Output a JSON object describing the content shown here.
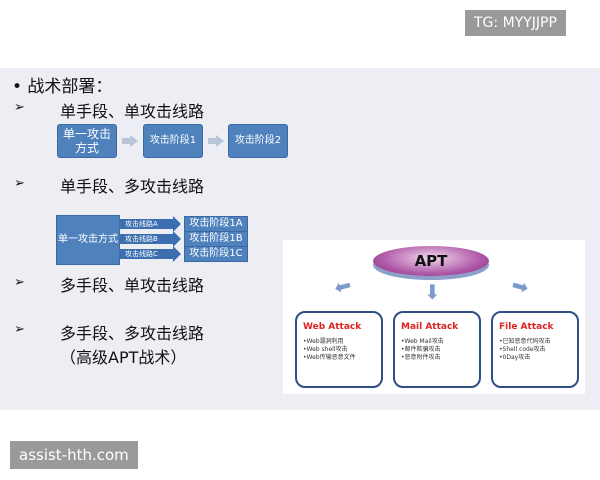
{
  "watermark_top": "TG: MYYJJPP",
  "watermark_bottom": "assist-hth.com",
  "slide": {
    "heading": "• 战术部署：",
    "bullets": [
      "单手段、单攻击线路",
      "单手段、多攻击线路",
      "多手段、单攻击线路",
      "多手段、多攻击线路",
      "（高级APT战术）"
    ],
    "bullet_marker": "➢",
    "diagram1": {
      "source": "单一攻击方式",
      "stages": [
        "攻击阶段1",
        "攻击阶段2"
      ]
    },
    "diagram2": {
      "source": "单一攻击方式",
      "lines": [
        "攻击线路A",
        "攻击线路B",
        "攻击线路C"
      ],
      "stages": [
        "攻击阶段1A",
        "攻击阶段1B",
        "攻击阶段1C"
      ]
    },
    "apt": {
      "title": "APT",
      "cards": [
        {
          "title": "Web Attack",
          "items": [
            "•Web漏洞利用",
            "•Web shell攻击",
            "•Web传输恶意文件"
          ]
        },
        {
          "title": "Mail Attack",
          "items": [
            "•Web Mail攻击",
            "•邮件欺骗攻击",
            "•恶意附件攻击"
          ]
        },
        {
          "title": "File Attack",
          "items": [
            "•已知恶意代码攻击",
            "•Shell code攻击",
            "•0Day攻击"
          ]
        }
      ]
    }
  }
}
